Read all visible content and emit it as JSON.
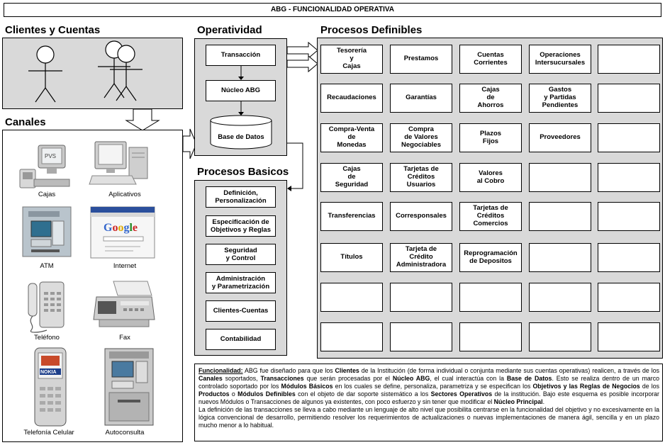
{
  "title": "ABG - FUNCIONALIDAD OPERATIVA",
  "sections": {
    "clientes": "Clientes y Cuentas",
    "canales": "Canales",
    "operatividad": "Operatividad",
    "procesos_basicos": "Procesos Basicos",
    "procesos_definibles": "Procesos Definibles"
  },
  "operatividad": {
    "transaccion": "Transacción",
    "nucleo": "Núcleo ABG",
    "base_datos": "Base de Datos"
  },
  "channels": [
    {
      "label": "Cajas",
      "icon": "cash-register-icon"
    },
    {
      "label": "Aplicativos",
      "icon": "desktop-computer-icon"
    },
    {
      "label": "ATM",
      "icon": "atm-machine-icon"
    },
    {
      "label": "Internet",
      "icon": "web-browser-icon"
    },
    {
      "label": "Teléfono",
      "icon": "telephone-icon"
    },
    {
      "label": "Fax",
      "icon": "fax-machine-icon"
    },
    {
      "label": "Telefonía Celular",
      "icon": "mobile-phone-icon"
    },
    {
      "label": "Autoconsulta",
      "icon": "kiosk-icon"
    }
  ],
  "procesos_basicos": [
    "Definición,\nPersonalización",
    "Especificación de\nObjetivos y Reglas",
    "Seguridad\ny Control",
    "Administración\ny Parametrización",
    "Clientes-Cuentas",
    "Contabilidad"
  ],
  "procesos_definibles": [
    [
      "Tesorería\ny\nCajas",
      "Prestamos",
      "Cuentas\nCorrientes",
      "Operaciones\nIntersucursales",
      ""
    ],
    [
      "Recaudaciones",
      "Garantías",
      "Cajas\nde\nAhorros",
      "Gastos\ny Partidas\nPendientes",
      ""
    ],
    [
      "Compra-Venta\nde\nMonedas",
      "Compra\nde Valores\nNegociables",
      "Plazos\nFijos",
      "Proveedores",
      ""
    ],
    [
      "Cajas\nde\nSeguridad",
      "Tarjetas de\nCréditos\nUsuarios",
      "Valores\nal Cobro",
      "",
      ""
    ],
    [
      "Transferencias",
      "Corresponsales",
      "Tarjetas de\nCréditos\nComercios",
      "",
      ""
    ],
    [
      "Títulos",
      "Tarjeta de\nCrédito\nAdministradora",
      "Reprogramación\nde Depositos",
      "",
      ""
    ],
    [
      "",
      "",
      "",
      "",
      ""
    ],
    [
      "",
      "",
      "",
      "",
      ""
    ]
  ],
  "description": {
    "heading": "Funcionalidad:",
    "p1": [
      {
        "t": " ABG fue diseñado para que los ",
        "b": false
      },
      {
        "t": "Clientes",
        "b": true
      },
      {
        "t": " de la Institución (de forma individual o conjunta mediante sus cuentas operativas) realicen, a través de los ",
        "b": false
      },
      {
        "t": "Canales",
        "b": true
      },
      {
        "t": " soportados, ",
        "b": false
      },
      {
        "t": "Transacciones",
        "b": true
      },
      {
        "t": " que serán procesadas por el ",
        "b": false
      },
      {
        "t": "Núcleo ABG",
        "b": true
      },
      {
        "t": ", el cual interactúa con la ",
        "b": false
      },
      {
        "t": "Base de Datos",
        "b": true
      },
      {
        "t": ". Esto se realiza dentro de un marco controlado soportado por los ",
        "b": false
      },
      {
        "t": "Módulos Básicos",
        "b": true
      },
      {
        "t": " en los cuales se define, personaliza, parametriza y se especifican los ",
        "b": false
      },
      {
        "t": "Objetivos y las Reglas de Negocios",
        "b": true
      },
      {
        "t": " de los ",
        "b": false
      },
      {
        "t": "Productos",
        "b": true
      },
      {
        "t": " o ",
        "b": false
      },
      {
        "t": "Módulos Definibles",
        "b": true
      },
      {
        "t": " con el objeto de dar soporte sistemático a los ",
        "b": false
      },
      {
        "t": "Sectores Operativos",
        "b": true
      },
      {
        "t": " de la institución. Bajo este esquema es posible incorporar nuevos Módulos o Transacciones de algunos ya existentes, con poco esfuerzo y sin tener que modificar el ",
        "b": false
      },
      {
        "t": "Núcleo Principal",
        "b": true
      },
      {
        "t": ".",
        "b": false
      }
    ],
    "p2": "La definición de las transacciones se lleva a cabo mediante un lenguaje de alto nivel que posibilita centrarse en la funcionalidad del objetivo y no excesivamente en la lógica convencional de desarrollo, permitiendo resolver los requerimientos de actualizaciones o nuevas implementaciones de manera ágil, sencilla y en un plazo mucho menor a lo habitual."
  }
}
